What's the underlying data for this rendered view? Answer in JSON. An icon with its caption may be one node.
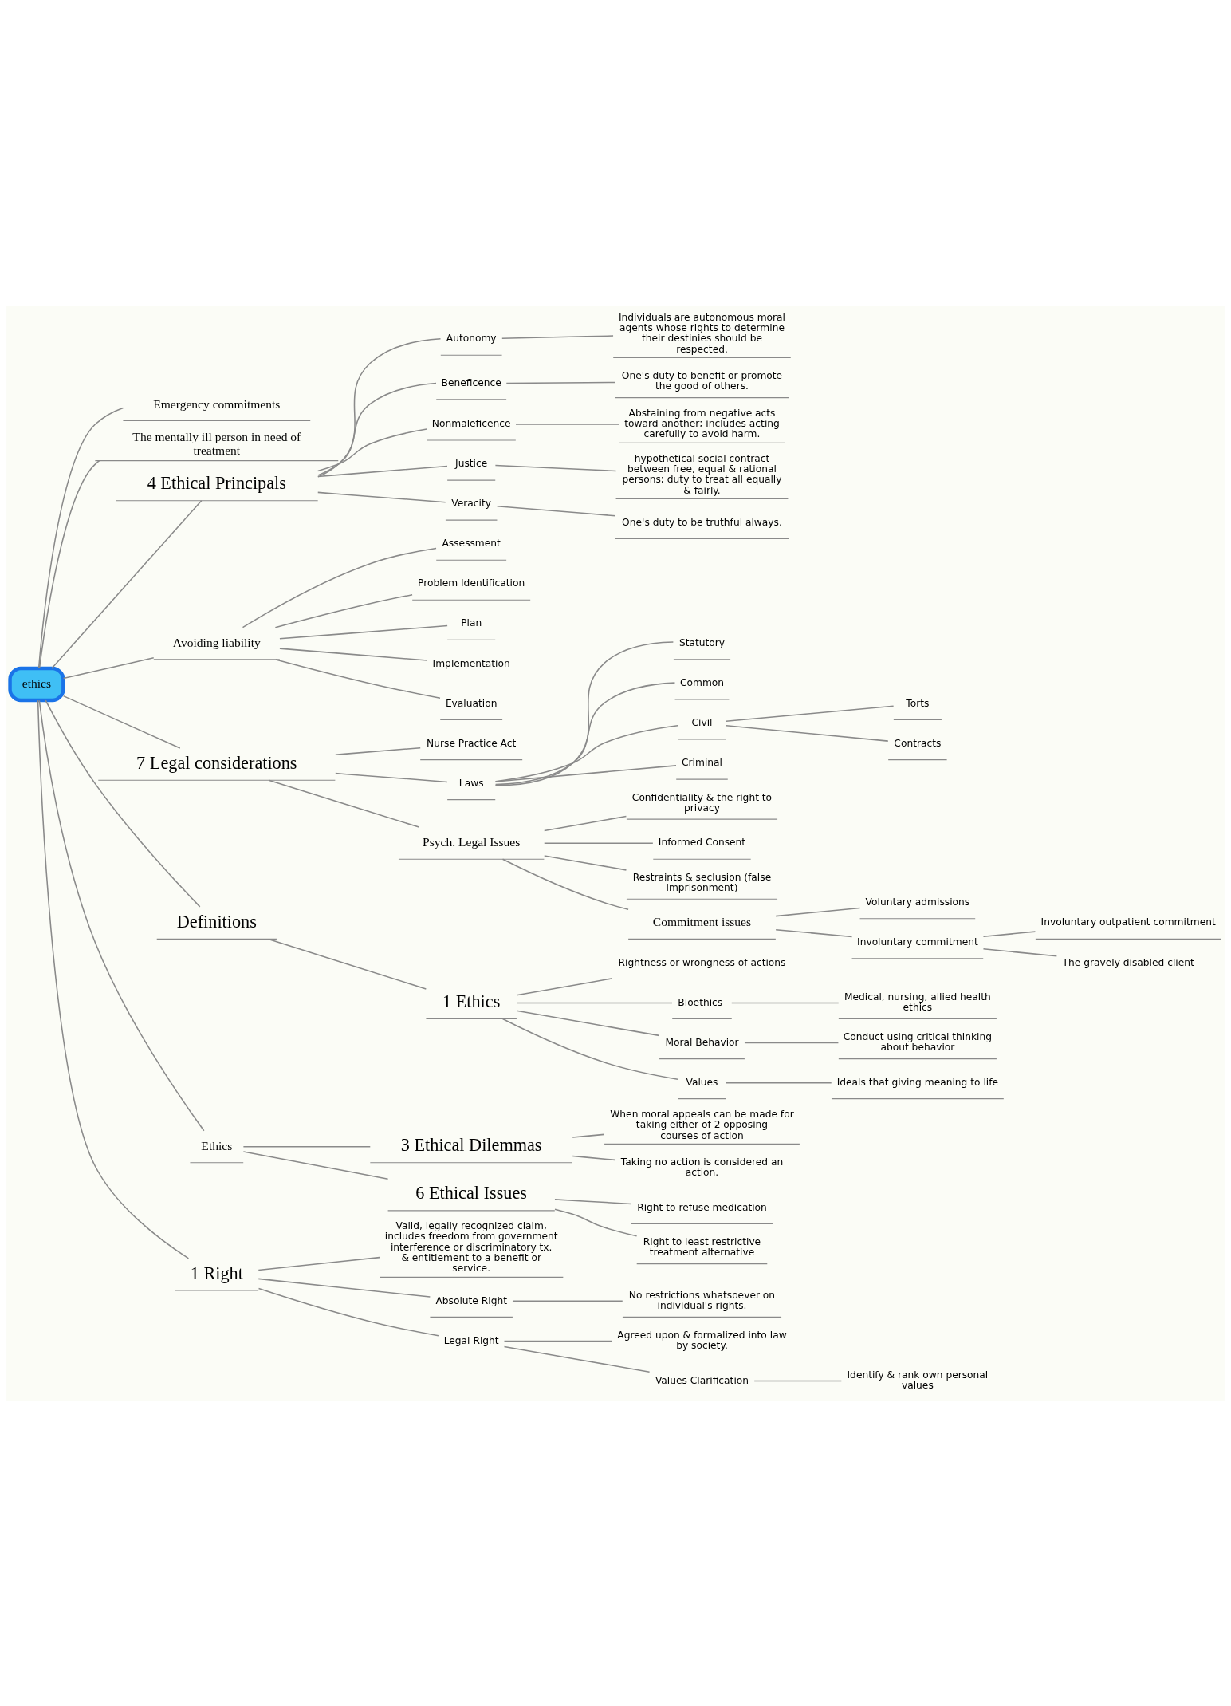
{
  "diagram": {
    "nodes": [
      {
        "text": [
          "ethics"
        ]
      },
      {
        "text": [
          "Emergency commitments"
        ]
      },
      {
        "text": [
          "The mentally ill person in need of treatment"
        ]
      },
      {
        "text": [
          "4 Ethical Principals"
        ]
      },
      {
        "text": [
          "Autonomy"
        ]
      },
      {
        "text": [
          "Individuals are autonomous moral agents whose rights to determine their destinies should be respected."
        ]
      },
      {
        "text": [
          "Beneficence"
        ]
      },
      {
        "text": [
          "One's duty to benefit or promote the good of others."
        ]
      },
      {
        "text": [
          "Nonmaleficence"
        ]
      },
      {
        "text": [
          "Abstaining from negative acts toward another; includes acting carefully to avoid harm."
        ]
      },
      {
        "text": [
          "Justice"
        ]
      },
      {
        "text": [
          "hypothetical social contract between free, equal & rational persons; duty to treat all equally & fairly."
        ]
      },
      {
        "text": [
          "Veracity"
        ]
      },
      {
        "text": [
          "One's duty to be truthful always."
        ]
      },
      {
        "text": [
          "Avoiding liability"
        ]
      },
      {
        "text": [
          "Assessment"
        ]
      },
      {
        "text": [
          "Problem Identification"
        ]
      },
      {
        "text": [
          "Plan"
        ]
      },
      {
        "text": [
          "Implementation"
        ]
      },
      {
        "text": [
          "Evaluation"
        ]
      },
      {
        "text": [
          "7 Legal considerations"
        ]
      },
      {
        "text": [
          "Nurse Practice Act"
        ]
      },
      {
        "text": [
          "Laws"
        ]
      },
      {
        "text": [
          "Statutory"
        ]
      },
      {
        "text": [
          "Common"
        ]
      },
      {
        "text": [
          "Civil"
        ]
      },
      {
        "text": [
          "Torts"
        ]
      },
      {
        "text": [
          "Contracts"
        ]
      },
      {
        "text": [
          "Criminal"
        ]
      },
      {
        "text": [
          "Psych. Legal Issues"
        ]
      },
      {
        "text": [
          "Confidentiality & the right to privacy"
        ]
      },
      {
        "text": [
          "Informed Consent"
        ]
      },
      {
        "text": [
          "Restraints & seclusion (false imprisonment)"
        ]
      },
      {
        "text": [
          "Commitment issues"
        ]
      },
      {
        "text": [
          "Voluntary admissions"
        ]
      },
      {
        "text": [
          "Involuntary commitment"
        ]
      },
      {
        "text": [
          "Involuntary outpatient commitment"
        ]
      },
      {
        "text": [
          "The gravely disabled client"
        ]
      },
      {
        "text": [
          "Definitions"
        ]
      },
      {
        "text": [
          "1 Ethics"
        ]
      },
      {
        "text": [
          "Rightness or wrongness of actions"
        ]
      },
      {
        "text": [
          "Bioethics-"
        ]
      },
      {
        "text": [
          "Medical, nursing, allied health ethics"
        ]
      },
      {
        "text": [
          "Moral Behavior"
        ]
      },
      {
        "text": [
          "Conduct using critical thinking about behavior"
        ]
      },
      {
        "text": [
          "Values"
        ]
      },
      {
        "text": [
          "Ideals that giving meaning to life"
        ]
      },
      {
        "text": [
          "Ethics"
        ]
      },
      {
        "text": [
          "3 Ethical Dilemmas"
        ]
      },
      {
        "text": [
          "When moral appeals can be made for taking either of 2 opposing courses of action"
        ]
      },
      {
        "text": [
          "Taking no action is considered an action."
        ]
      },
      {
        "text": [
          "6 Ethical Issues"
        ]
      },
      {
        "text": [
          "Right to refuse medication"
        ]
      },
      {
        "text": [
          "Right to least restrictive treatment alternative"
        ]
      },
      {
        "text": [
          "1 Right"
        ]
      },
      {
        "text": [
          "Valid, legally recognized claim, includes freedom from government interference or discriminatory tx. & entitlement to a benefit or service."
        ]
      },
      {
        "text": [
          "Absolute Right"
        ]
      },
      {
        "text": [
          "No restrictions whatsoever on individual's rights."
        ]
      },
      {
        "text": [
          "Legal Right"
        ]
      },
      {
        "text": [
          "Agreed upon & formalized into law by society."
        ]
      },
      {
        "text": [
          "Values Clarification"
        ]
      },
      {
        "text": [
          "Identify & rank own personal values"
        ]
      }
    ],
    "edges": [
      {
        "from": 0,
        "to": 1,
        "arrow": "none"
      },
      {
        "from": 0,
        "to": 2,
        "arrow": "none"
      },
      {
        "from": 0,
        "to": 3,
        "arrow": "none"
      },
      {
        "from": 3,
        "to": 4,
        "arrow": "none"
      },
      {
        "from": 4,
        "to": 5,
        "arrow": "none"
      },
      {
        "from": 3,
        "to": 6,
        "arrow": "none"
      },
      {
        "from": 6,
        "to": 7,
        "arrow": "none"
      },
      {
        "from": 3,
        "to": 8,
        "arrow": "none"
      },
      {
        "from": 8,
        "to": 9,
        "arrow": "none"
      },
      {
        "from": 3,
        "to": 10,
        "arrow": "none"
      },
      {
        "from": 10,
        "to": 11,
        "arrow": "none"
      },
      {
        "from": 3,
        "to": 12,
        "arrow": "none"
      },
      {
        "from": 12,
        "to": 13,
        "arrow": "none"
      },
      {
        "from": 0,
        "to": 14,
        "arrow": "none"
      },
      {
        "from": 14,
        "to": 15,
        "arrow": "none"
      },
      {
        "from": 14,
        "to": 16,
        "arrow": "none"
      },
      {
        "from": 14,
        "to": 17,
        "arrow": "none"
      },
      {
        "from": 14,
        "to": 18,
        "arrow": "none"
      },
      {
        "from": 14,
        "to": 19,
        "arrow": "none"
      },
      {
        "from": 0,
        "to": 20,
        "arrow": "none"
      },
      {
        "from": 20,
        "to": 21,
        "arrow": "none"
      },
      {
        "from": 20,
        "to": 22,
        "arrow": "none"
      },
      {
        "from": 22,
        "to": 23,
        "arrow": "none"
      },
      {
        "from": 22,
        "to": 24,
        "arrow": "none"
      },
      {
        "from": 22,
        "to": 25,
        "arrow": "none"
      },
      {
        "from": 25,
        "to": 26,
        "arrow": "none"
      },
      {
        "from": 25,
        "to": 27,
        "arrow": "none"
      },
      {
        "from": 22,
        "to": 28,
        "arrow": "none"
      },
      {
        "from": 20,
        "to": 29,
        "arrow": "none"
      },
      {
        "from": 29,
        "to": 30,
        "arrow": "none"
      },
      {
        "from": 29,
        "to": 31,
        "arrow": "none"
      },
      {
        "from": 29,
        "to": 32,
        "arrow": "none"
      },
      {
        "from": 29,
        "to": 33,
        "arrow": "none"
      },
      {
        "from": 33,
        "to": 34,
        "arrow": "none"
      },
      {
        "from": 33,
        "to": 35,
        "arrow": "none"
      },
      {
        "from": 35,
        "to": 36,
        "arrow": "none"
      },
      {
        "from": 35,
        "to": 37,
        "arrow": "none"
      },
      {
        "from": 0,
        "to": 38,
        "arrow": "none"
      },
      {
        "from": 38,
        "to": 39,
        "arrow": "none"
      },
      {
        "from": 39,
        "to": 40,
        "arrow": "none"
      },
      {
        "from": 39,
        "to": 41,
        "arrow": "none"
      },
      {
        "from": 41,
        "to": 42,
        "arrow": "none"
      },
      {
        "from": 39,
        "to": 43,
        "arrow": "none"
      },
      {
        "from": 43,
        "to": 44,
        "arrow": "none"
      },
      {
        "from": 39,
        "to": 45,
        "arrow": "none"
      },
      {
        "from": 45,
        "to": 46,
        "arrow": "none"
      },
      {
        "from": 0,
        "to": 47,
        "arrow": "none"
      },
      {
        "from": 47,
        "to": 48,
        "arrow": "none"
      },
      {
        "from": 48,
        "to": 49,
        "arrow": "none"
      },
      {
        "from": 48,
        "to": 50,
        "arrow": "none"
      },
      {
        "from": 47,
        "to": 51,
        "arrow": "none"
      },
      {
        "from": 51,
        "to": 52,
        "arrow": "none"
      },
      {
        "from": 51,
        "to": 53,
        "arrow": "none"
      },
      {
        "from": 0,
        "to": 54,
        "arrow": "none"
      },
      {
        "from": 54,
        "to": 55,
        "arrow": "none"
      },
      {
        "from": 54,
        "to": 56,
        "arrow": "none"
      },
      {
        "from": 56,
        "to": 57,
        "arrow": "none"
      },
      {
        "from": 54,
        "to": 58,
        "arrow": "none"
      },
      {
        "from": 58,
        "to": 59,
        "arrow": "none"
      },
      {
        "from": 58,
        "to": 60,
        "arrow": "none"
      },
      {
        "from": 60,
        "to": 61,
        "arrow": "none"
      }
    ]
  }
}
